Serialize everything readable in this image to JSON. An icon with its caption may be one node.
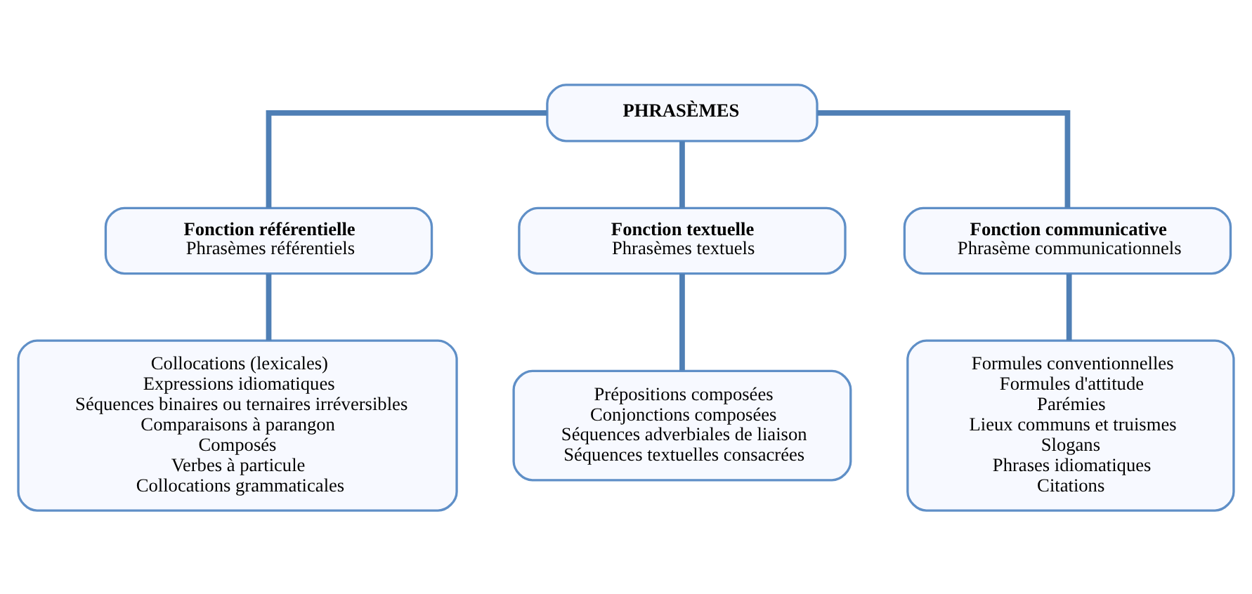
{
  "diagram": {
    "nodes": [
      {
        "text": [
          "PHRASÈMES"
        ]
      },
      {
        "text": [
          "Fonction référentielle",
          "Phrasèmes référentiels"
        ]
      },
      {
        "text": [
          "Fonction textuelle",
          "Phrasèmes textuels"
        ]
      },
      {
        "text": [
          "Fonction communicative",
          "Phrasème communicationnels"
        ]
      },
      {
        "text": [
          "Collocations (lexicales)",
          "Expressions idiomatiques",
          "Séquences binaires ou ternaires irréversibles",
          "Comparaisons à parangon",
          "Composés",
          "Verbes à particule",
          "Collocations grammaticales"
        ]
      },
      {
        "text": [
          "Prépositions composées",
          "Conjonctions composées",
          "Séquences adverbiales de liaison",
          "Séquences textuelles consacrées"
        ]
      },
      {
        "text": [
          "Formules conventionnelles",
          "Formules d'attitude",
          "Parémies",
          "Lieux communs et truismes",
          "Slogans",
          "Phrases idiomatiques",
          "Citations"
        ]
      }
    ],
    "edges": [
      {
        "from": 0,
        "to": 1,
        "arrow": "none"
      },
      {
        "from": 0,
        "to": 2,
        "arrow": "none"
      },
      {
        "from": 0,
        "to": 3,
        "arrow": "none"
      },
      {
        "from": 1,
        "to": 4,
        "arrow": "none"
      },
      {
        "from": 2,
        "to": 5,
        "arrow": "none"
      },
      {
        "from": 3,
        "to": 6,
        "arrow": "none"
      }
    ]
  }
}
